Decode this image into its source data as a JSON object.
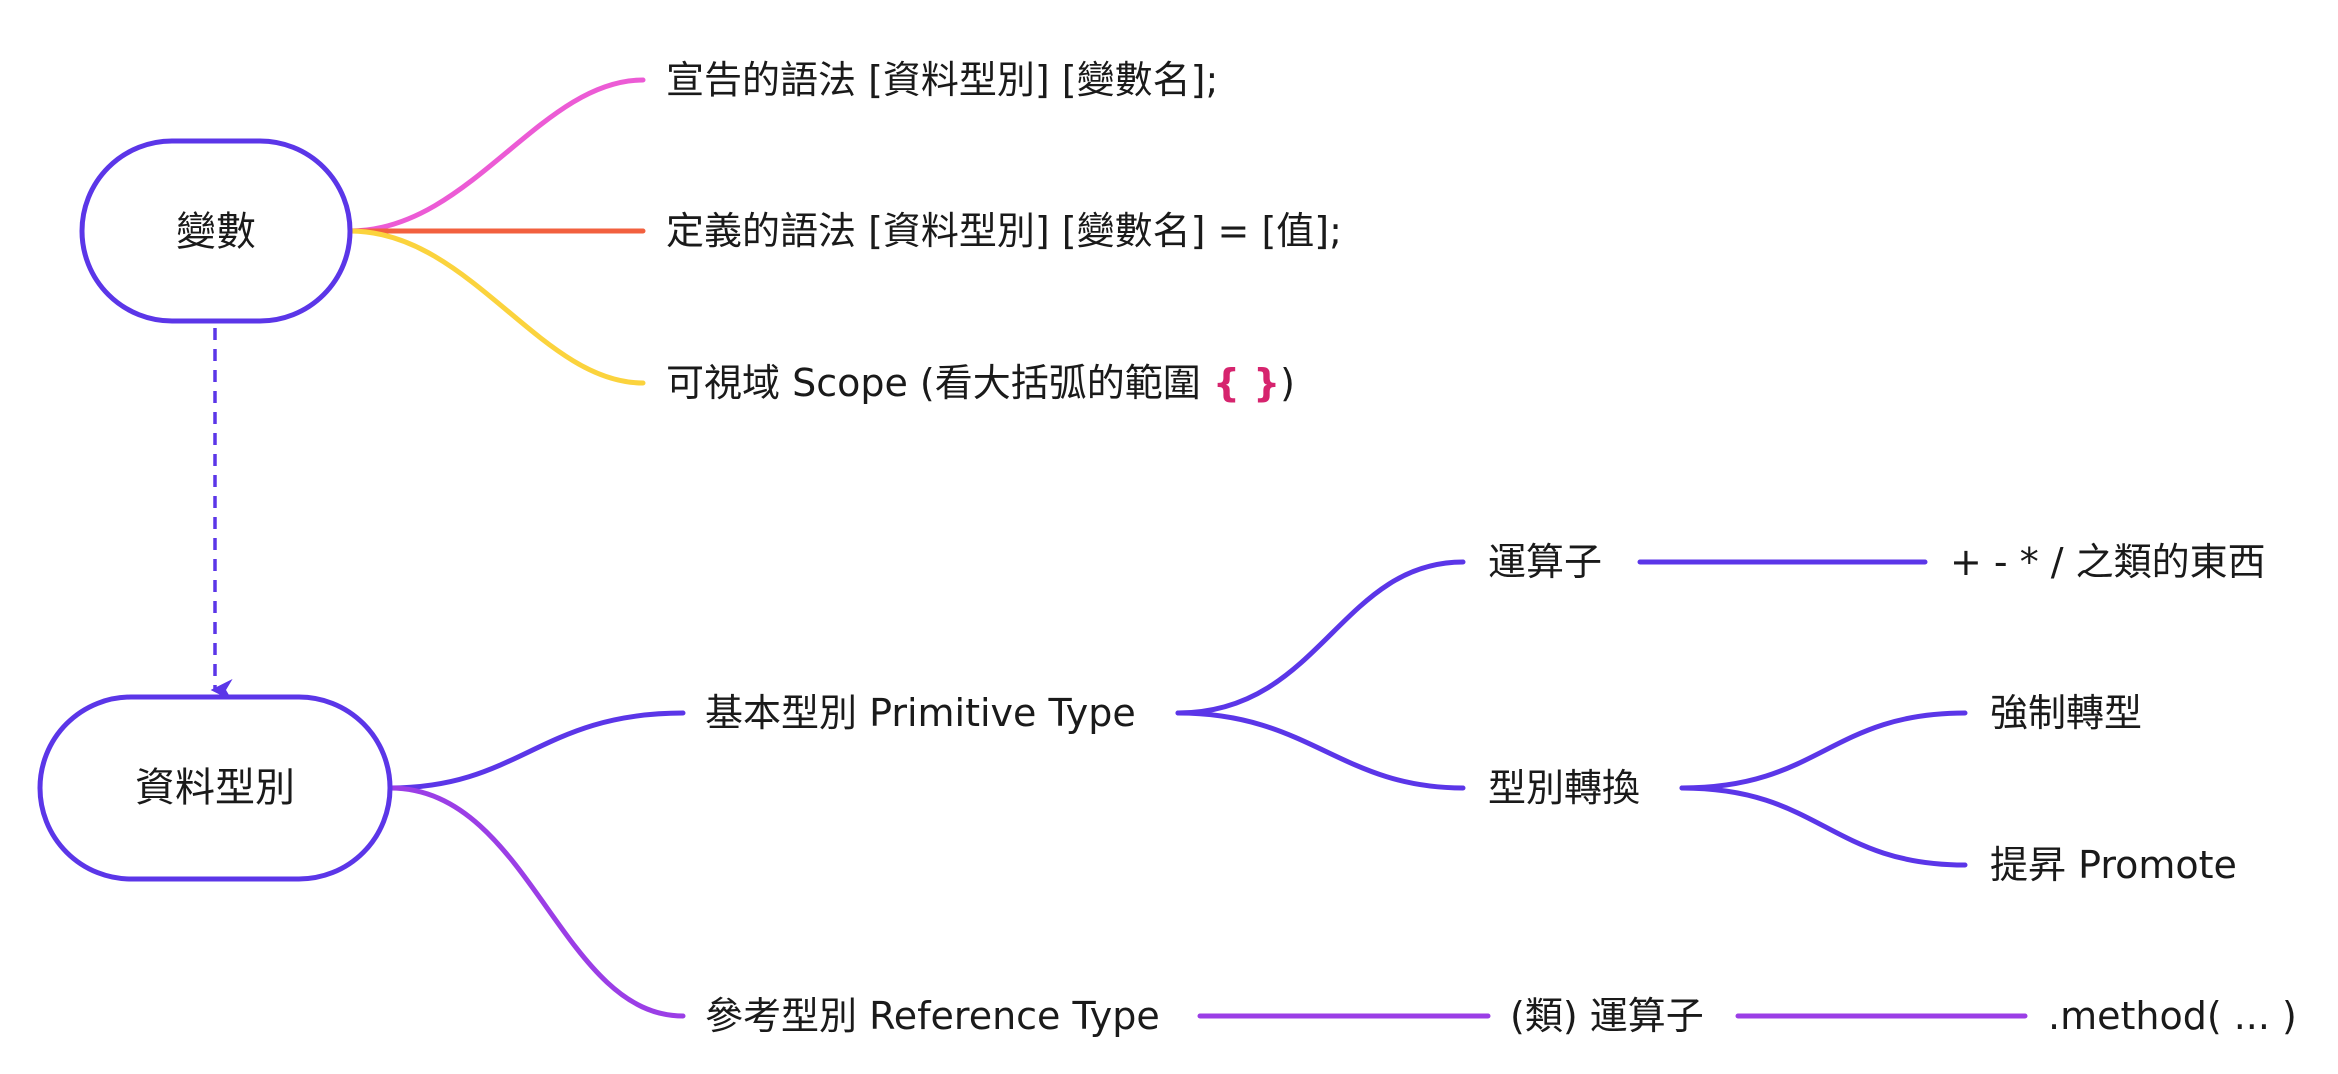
{
  "colors": {
    "primary": "#5b36e8",
    "secondary": "#9b3ee6",
    "pink": "#ec5bd5",
    "orange": "#f2603f",
    "yellow": "#fbd33d",
    "brace": "#d6246e",
    "text": "#1a1a1a"
  },
  "root_variable": {
    "label": "變數"
  },
  "root_datatype": {
    "label": "資料型別"
  },
  "variable_branches": {
    "declare": "宣告的語法 [資料型別] [變數名];",
    "define": "定義的語法 [資料型別] [變數名] = [值];",
    "scope_prefix": "可視域 Scope (看大括弧的範圍 ",
    "scope_brace": "{ }",
    "scope_suffix": ")"
  },
  "datatype_branches": {
    "primitive": "基本型別 Primitive Type",
    "reference": "參考型別 Reference Type"
  },
  "primitive_children": {
    "operator": "運算子",
    "operator_examples": "+ - * / 之類的東西",
    "casting": "型別轉換",
    "explicit_cast": "強制轉型",
    "promote": "提昇 Promote"
  },
  "reference_children": {
    "class_operator": "(類) 運算子",
    "method": ".method( ... )"
  }
}
